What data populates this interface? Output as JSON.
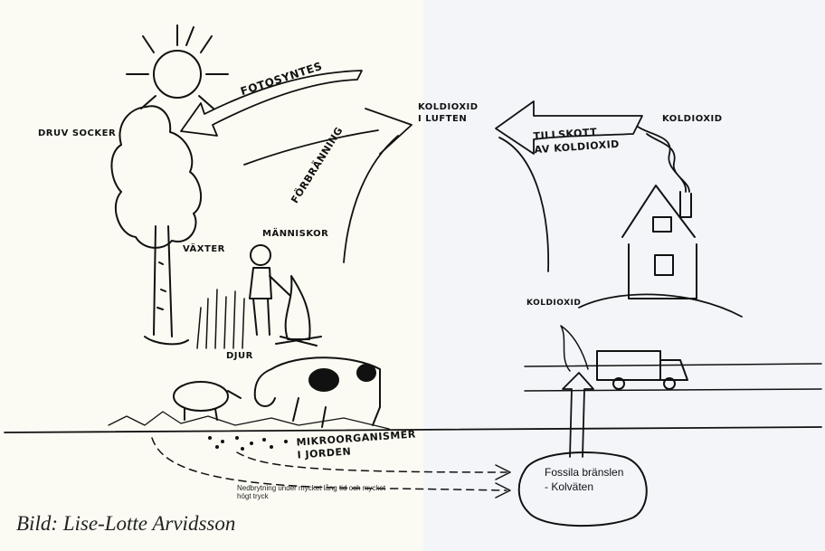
{
  "colors": {
    "left_background": "#fbfbf3",
    "right_background": "#f3f5f9",
    "ink": "#111111"
  },
  "labels": {
    "fotosyntes": "FOTOSYNTES",
    "druvsocker": "DRUV SOCKER",
    "forbranning": "FÖRBRÄNNING",
    "koldioxid_luften": "KOLDIOXID\nI LUFTEN",
    "tillskott": "TILLSKOTT\nAV KOLDIOXID",
    "koldioxid_house": "KOLDIOXID",
    "vaxter": "VÄXTER",
    "manniskor": "MÄNNISKOR",
    "koldioxid_car": "KOLDIOXID",
    "djur": "DJUR",
    "mikroorganismer": "MIKROORGANISMER\nI JORDEN",
    "nedbrytning": "Nedbrytning under mycket lång tid och mycket\nhögt tryck",
    "fossila": "Fossila bränslen\n- Kolväten"
  },
  "credit": "Bild: Lise-Lotte Arvidsson"
}
